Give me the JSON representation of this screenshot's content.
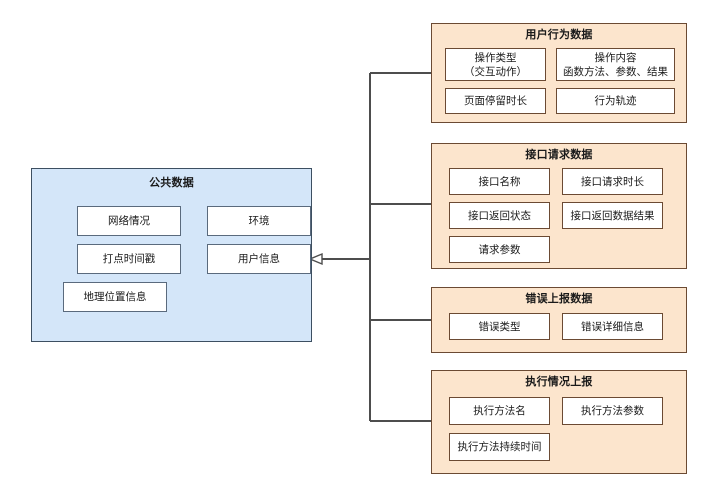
{
  "diagram": {
    "title_visible": false,
    "colors": {
      "blue_fill": "#d4e6f9",
      "blue_border": "#3d4f61",
      "orange_fill": "#fce5cd",
      "orange_border": "#6b4a33",
      "leaf_fill": "#ffffff",
      "leaf_blue_border": "#5a6a7d",
      "leaf_orange_border": "#6b4a33",
      "connector": "#4d4d4d",
      "canvas": "#ffffff"
    },
    "source": {
      "title": "公共数据",
      "items": [
        {
          "label": "网络情况"
        },
        {
          "label": "环境"
        },
        {
          "label": "打点时间戳"
        },
        {
          "label": "用户信息"
        },
        {
          "label": "地理位置信息"
        }
      ]
    },
    "groups": [
      {
        "id": "user-behavior",
        "title": "用户行为数据",
        "items": [
          {
            "label": "操作类型\n（交互动作）"
          },
          {
            "label": "操作内容\n函数方法、参数、结果"
          },
          {
            "label": "页面停留时长"
          },
          {
            "label": "行为轨迹"
          }
        ]
      },
      {
        "id": "api-request",
        "title": "接口请求数据",
        "items": [
          {
            "label": "接口名称"
          },
          {
            "label": "接口请求时长"
          },
          {
            "label": "接口返回状态"
          },
          {
            "label": "接口返回数据结果"
          },
          {
            "label": "请求参数"
          }
        ]
      },
      {
        "id": "error-report",
        "title": "错误上报数据",
        "items": [
          {
            "label": "错误类型"
          },
          {
            "label": "错误详细信息"
          }
        ]
      },
      {
        "id": "execution-report",
        "title": "执行情况上报",
        "items": [
          {
            "label": "执行方法名"
          },
          {
            "label": "执行方法参数"
          },
          {
            "label": "执行方法持续时间"
          }
        ]
      }
    ],
    "connector": {
      "arrow_direction": "left",
      "arrow_style": "open-triangle",
      "branch_count": 4
    }
  }
}
